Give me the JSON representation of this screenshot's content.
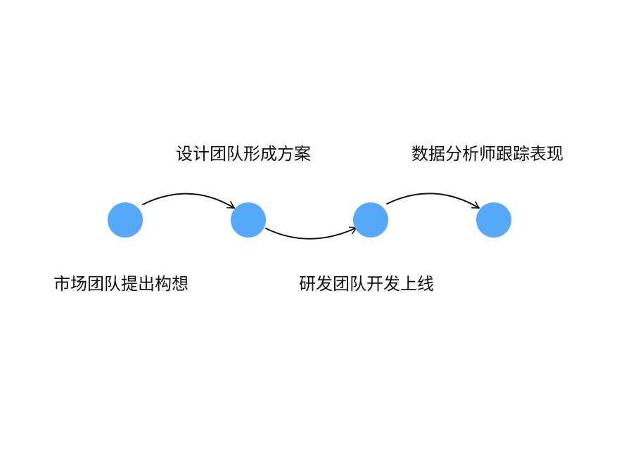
{
  "diagram": {
    "steps": [
      {
        "label": "市场团队提出构想"
      },
      {
        "label": "设计团队形成方案"
      },
      {
        "label": "研发团队开发上线"
      },
      {
        "label": "数据分析师跟踪表现"
      }
    ],
    "colors": {
      "node": "#56a8fa",
      "arrow": "#111111",
      "text": "#111111",
      "background": "#ffffff"
    }
  }
}
